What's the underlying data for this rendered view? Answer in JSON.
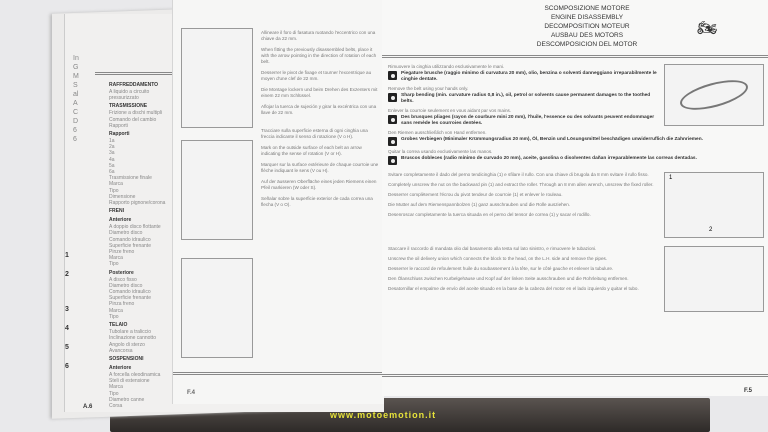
{
  "header": {
    "titles": [
      "SCOMPOSIZIONE MOTORE",
      "ENGINE DISASSEMBLY",
      "DECOMPOSITION MOTEUR",
      "AUSBAU DES MOTORS",
      "DESCOMPOSICION DEL MOTOR"
    ]
  },
  "right_page": {
    "intro": [
      "Rimuovere la cinghia utilizzando esclusivamente le mani.",
      "Remove the belt using your hands only.",
      "Enlever la courroie seulement en vous aidant par vos mains.",
      "Den Riemen ausschließlich von Hand entfernen.",
      "Quitar la correa usando exclusivamente las manos."
    ],
    "warnings": [
      "Piegature brusche (raggio minimo di curvatura 20 mm), olio, benzina o solventi danneggiano irreparabilmente le cinghie dentate.",
      "Sharp bending (min. curvature radius 0,8 in.), oil, petrol or solvents cause permanent damages to the toothed belts.",
      "Des brusques pliages (rayon de courbure mini 20 mm), l'huile, l'essence ou des solvants peuvent endommager sans remède les courroies dentées.",
      "Grobes Verbiegen (Minimaler Krümmungsradius 20 mm), Öl, Benzin und Lösungsmittel beschädigen unwiderruflich die Zahnriemen.",
      "Bruscos dobleces (radio mínimo de curvado 20 mm), aceite, gasolina o disolventes dañan irreparablemente las correas dentadas."
    ],
    "steps": [
      "Svitare completamente il dado del perno tendicinghia (1) e sfilare il rullo. Con una chiave di brugola da 8 mm svitare il rullo fisso.",
      "Completely unscrew the nut on the backward pin (1) and extract the roller. Through an 8 mm allen wrench, unscrew the fixed roller.",
      "Desserrer complètement l'écrou du pivot tendeur de courroie (1) et enlever le rouleau.",
      "Die Mutter auf dem Riemenspannbolzen (1) ganz ausschrauben und die Rolle ausziehen.",
      "Desenroscar completamente la tuerca situada en el perno del tensor de correa (1) y sacar el rodillo."
    ],
    "steps2": [
      "Staccare il raccordo di mandata olio dal basamento alla testa sul lato sinistro, e rimuovere le tubazioni.",
      "Unscrew the oil delivery union which connects the block to the head, on the L.H. side and remove the pipes.",
      "Desserrer le raccord de refoulement huile du soubassement à la tête, sur le côté gauche et enlever la tubulure.",
      "Den Ölanschluss zwischen Kurbelgehäuse und Kopf auf der linken Seite ausschrauben und die Rohrleitung entfernen.",
      "Desatornillar el empalme de envío del aceite situado en la base de la cabeza del motor en el lado izquierdo y quitar el tubo."
    ],
    "callouts": [
      "1",
      "2"
    ],
    "page_number": "F.5"
  },
  "left_page": {
    "paragraphs": [
      "Allineare il foro di fasatura ruotando l'eccentrico con una chiave da 22 mm.",
      "When fitting the previously disassembled belts, place it with the arrow pointing in the direction of rotation of each belt.",
      "Desserrer le pivot de fixage et tourner l'excentrique au moyen d'une clef de 22 mm.",
      "Die Montage lockern und beim Drehen des Exzenters mit einem 22 mm Schlüssel.",
      "Aflojar la tuerca de sujeción y girar la excéntrica con una llave de 22 mm.",
      "Tracciare sulla superficie esterna di ogni cinghia una freccia indicante il senso di rotazione (V o H).",
      "Mark on the outside surface of each belt an arrow indicating the sense of rotation (V or H).",
      "Marquer sur la surface extérieure de chaque courroie une flèche indiquant le sens (V ou H).",
      "Auf der äusseren Oberfläche eines jeden Riemens einen Pfeil markieren (W oder S).",
      "Señalar sobre la superficie exterior de cada correa una flecha (V o O)."
    ],
    "page_number": "F.4"
  },
  "side_page": {
    "sections": [
      {
        "title": "RAFFREDDAMENTO",
        "items": [
          "A liquido a circuito",
          "pressurizzato"
        ]
      },
      {
        "title": "TRASMISSIONE",
        "items": [
          "Frizione a dischi multipli",
          "Comando del cambio",
          "Rapporti"
        ]
      },
      {
        "title": "Rapporti",
        "items": [
          "1a",
          "2a",
          "3a",
          "4a",
          "5a",
          "6a",
          "Trasmissione finale",
          "Marca",
          "Tipo",
          "Dimensione",
          "Rapporto pignone/corona"
        ]
      },
      {
        "title": "FRENI",
        "items": []
      },
      {
        "title": "Anteriore",
        "items": [
          "A doppio disco flottante",
          "Diametro disco",
          "Comando idraulico",
          "Superficie frenante",
          "Pinze freno",
          "Marca",
          "Tipo"
        ]
      },
      {
        "title": "Posteriore",
        "items": [
          "A disco fisso",
          "Diametro disco",
          "Comando idraulico",
          "Superficie frenante",
          "Pinza freno",
          "Marca",
          "Tipo"
        ]
      },
      {
        "title": "TELAIO",
        "items": [
          "Tubolare a traliccio",
          "Inclinazione cannotto",
          "Angolo di sterzo",
          "Avancorsa"
        ]
      },
      {
        "title": "SOSPENSIONI",
        "items": []
      },
      {
        "title": "Anteriore",
        "items": [
          "A forcella oleodinamica",
          "Steli di estensione",
          "Marca",
          "Tipo",
          "Diametro canne",
          "Corsa"
        ]
      }
    ],
    "tab_letters": [
      "In",
      "G",
      "M",
      "S",
      "al",
      "A",
      "C",
      "D",
      "6",
      "6"
    ],
    "numbers": [
      "1",
      "2",
      "3",
      "4",
      "5",
      "6"
    ],
    "page_number": "A.6"
  },
  "watermark": "www.motoemotion.it"
}
